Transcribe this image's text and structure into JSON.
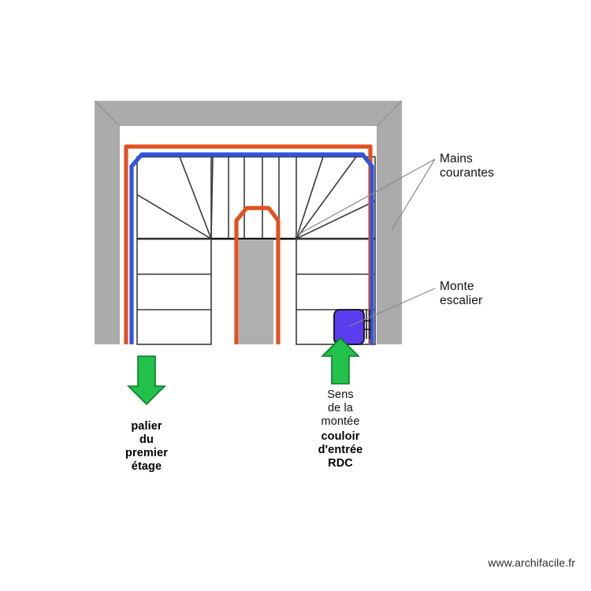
{
  "document": {
    "type": "floor-plan",
    "subject": "Escalier avec monte-escalier",
    "footer_url": "www.archifacile.fr"
  },
  "annotations": [
    {
      "id": "mains-courantes",
      "text": "Mains\ncourantes",
      "bold": false
    },
    {
      "id": "monte-escalier",
      "text": "Monte\nescalier",
      "bold": false
    }
  ],
  "direction_labels": [
    {
      "id": "sens-montee",
      "text": "Sens\nde la\nmontée",
      "arrow": "up-arrow-icon",
      "arrow_color": "#22C24A"
    },
    {
      "id": "palier-etage",
      "text": "palier\ndu\npremier\nétage",
      "arrow": "down-arrow-icon",
      "arrow_color": "#22C24A"
    }
  ],
  "room_labels": [
    {
      "id": "couloir-rdc",
      "text": "couloir\nd'entrée\nRDC"
    }
  ],
  "colors": {
    "wall_fill": "#ABABAB",
    "wall_stroke": "#9A9A9A",
    "handrail_outer": "#E2511F",
    "handrail_inner": "#2F55E0",
    "stairlift_fill": "#5C3CEF",
    "stairlift_stroke": "#1B1B1B",
    "arrow_fill": "#22C24A",
    "arrow_stroke": "#0B7A28",
    "step_stroke": "#3A3A3A",
    "shaft_fill": "#AFAFAF",
    "leader_stroke": "#8A8A8A",
    "background": "#FFFFFF"
  },
  "plan_elements": {
    "outer_wall": "gray mitred wall frame, open at bottom",
    "handrail_outer_label": "Main courante extérieure (rouge)",
    "handrail_inner_label": "Main courante intérieure (bleue)",
    "left_flight_steps": 3,
    "right_flight_steps": 3,
    "winder_steps_left": 3,
    "winder_steps_right": 3,
    "central_shaft": "gaine centrale grise",
    "stairlift": "monte-escalier avec rail"
  }
}
